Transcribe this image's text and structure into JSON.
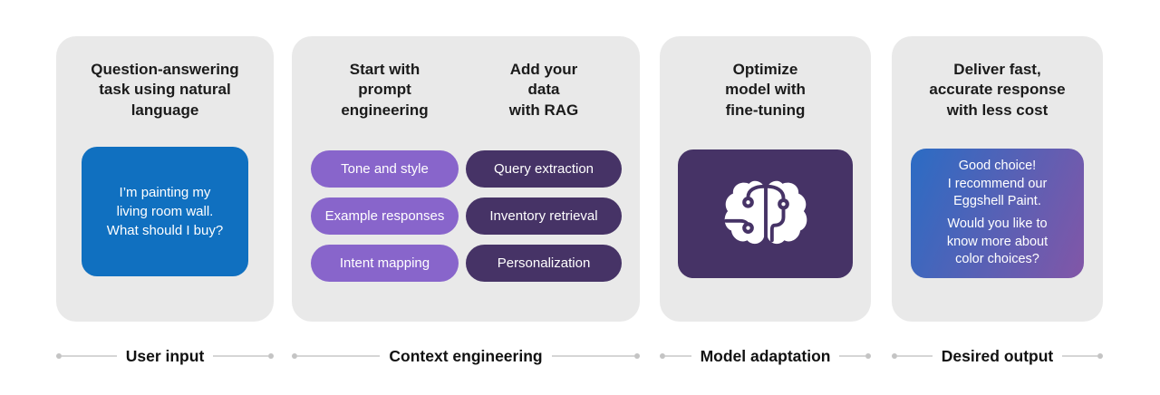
{
  "colors": {
    "page-bg": "#ffffff",
    "panel-bg": "#e9e9e9",
    "title-text": "#1b1b1b",
    "user-bubble": "#1070c0",
    "pill-light": "#8865cb",
    "pill-dark": "#463366",
    "finetune-card": "#463366",
    "gradient-start": "#2b6cc4",
    "gradient-end": "#8256a7",
    "connector-line": "#d6d6d6",
    "connector-dot": "#c4c4c4",
    "label-text": "#111111",
    "bubble-text": "#ffffff"
  },
  "flow": {
    "stages": [
      {
        "label": "User input",
        "title": "Question-answering\ntask using natural\nlanguage",
        "bubble": "I’m painting my\nliving room wall.\nWhat should I buy?"
      },
      {
        "label": "Context engineering",
        "columns": [
          {
            "title": "Start with\nprompt\nengineering",
            "pills": [
              "Tone and style",
              "Example responses",
              "Intent mapping"
            ]
          },
          {
            "title": "Add your\ndata\nwith RAG",
            "pills": [
              "Query extraction",
              "Inventory retrieval",
              "Personalization"
            ]
          }
        ]
      },
      {
        "label": "Model adaptation",
        "title": "Optimize\nmodel with\nfine-tuning",
        "icon": "ai-brain-icon"
      },
      {
        "label": "Desired output",
        "title": "Deliver fast,\naccurate response\nwith less cost",
        "bubble_paragraphs": [
          "Good choice!\nI recommend our\nEggshell Paint.",
          "Would you like to\nknow more about\ncolor choices?"
        ]
      }
    ]
  }
}
